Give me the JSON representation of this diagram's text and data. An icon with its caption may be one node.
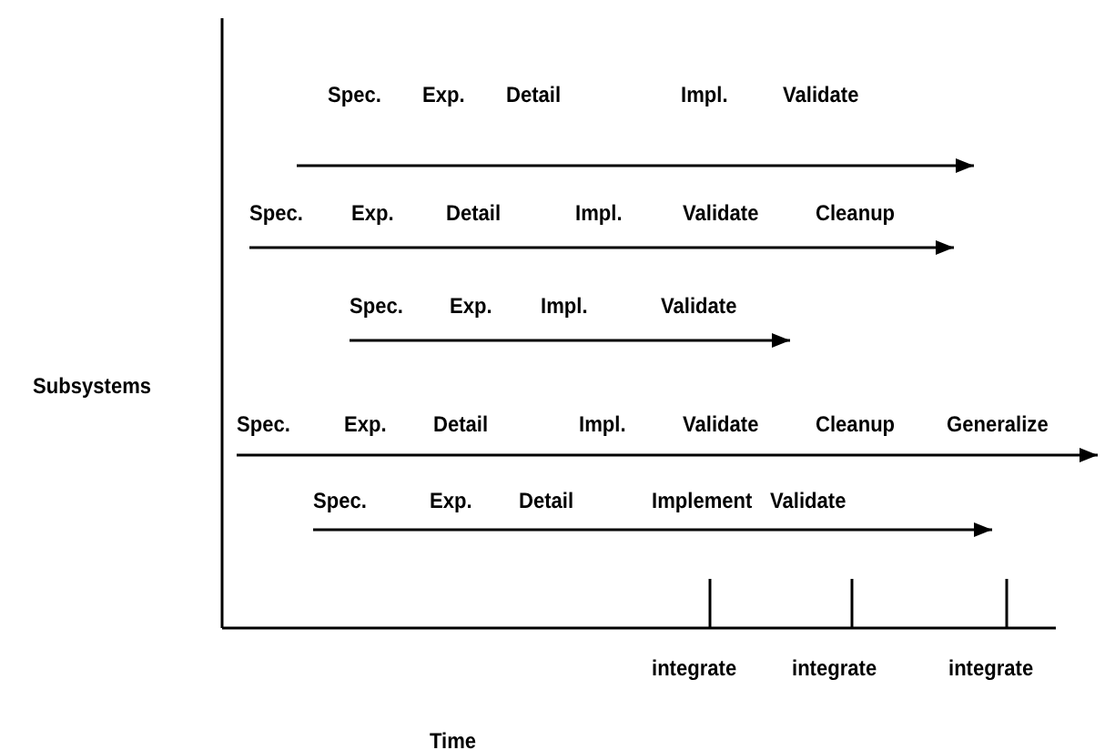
{
  "diagram": {
    "labels": [
      "Spec.",
      "Exp.",
      "Detail",
      "Impl.",
      "Validate",
      "Spec.",
      "Exp.",
      "Detail",
      "Impl.",
      "Validate",
      "Cleanup",
      "Spec.",
      "Exp.",
      "Impl.",
      "Validate",
      "Subsystems",
      "Spec.",
      "Exp.",
      "Detail",
      "Impl.",
      "Validate",
      "Cleanup",
      "Generalize",
      "Spec.",
      "Exp.",
      "Detail",
      "Implement",
      "Validate",
      "integrate",
      "integrate",
      "integrate",
      "Time"
    ]
  }
}
